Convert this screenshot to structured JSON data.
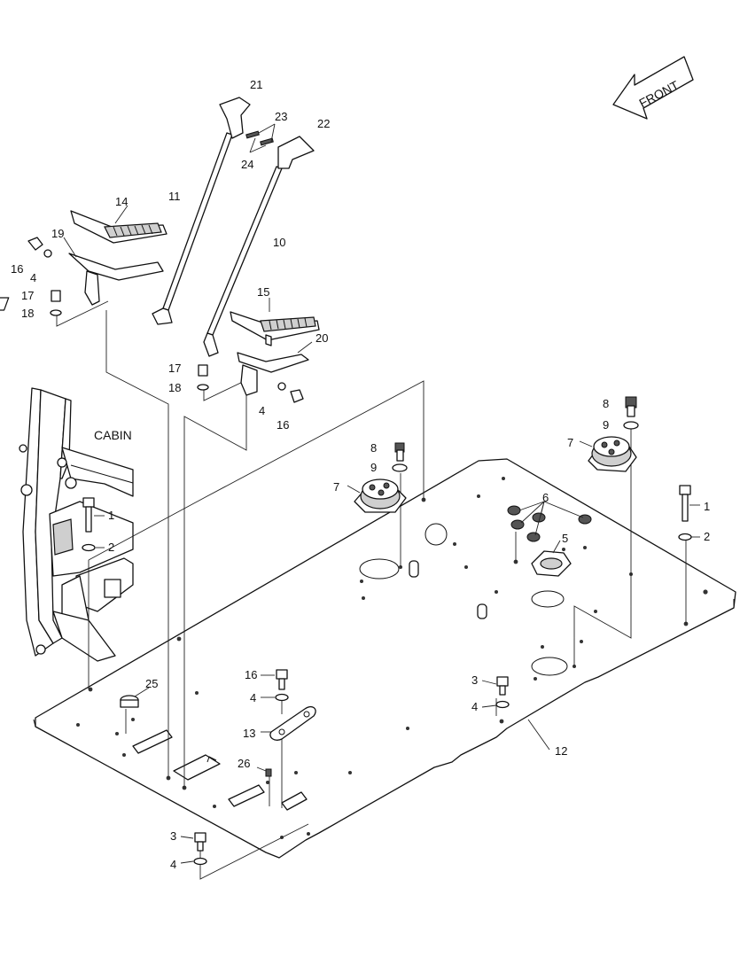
{
  "labels": {
    "front": "FRONT",
    "cabin": "CABIN"
  },
  "callouts": {
    "c21": "21",
    "c23": "23",
    "c22": "22",
    "c24": "24",
    "c11": "11",
    "c10": "10",
    "c14": "14",
    "c19": "19",
    "c16a": "16",
    "c4a": "4",
    "c17a": "17",
    "c18a": "18",
    "c15": "15",
    "c20": "20",
    "c17b": "17",
    "c18b": "18",
    "c4b": "4",
    "c16b": "16",
    "c8a": "8",
    "c9a": "9",
    "c7a": "7",
    "c8b": "8",
    "c9b": "9",
    "c7b": "7",
    "c1a": "1",
    "c2a": "2",
    "c1b": "1",
    "c2b": "2",
    "c6": "6",
    "c5": "5",
    "c25": "25",
    "c16c": "16",
    "c4c": "4",
    "c13": "13",
    "c26": "26",
    "c3a": "3",
    "c4d": "4",
    "c12": "12",
    "c3b": "3",
    "c4e": "4"
  }
}
